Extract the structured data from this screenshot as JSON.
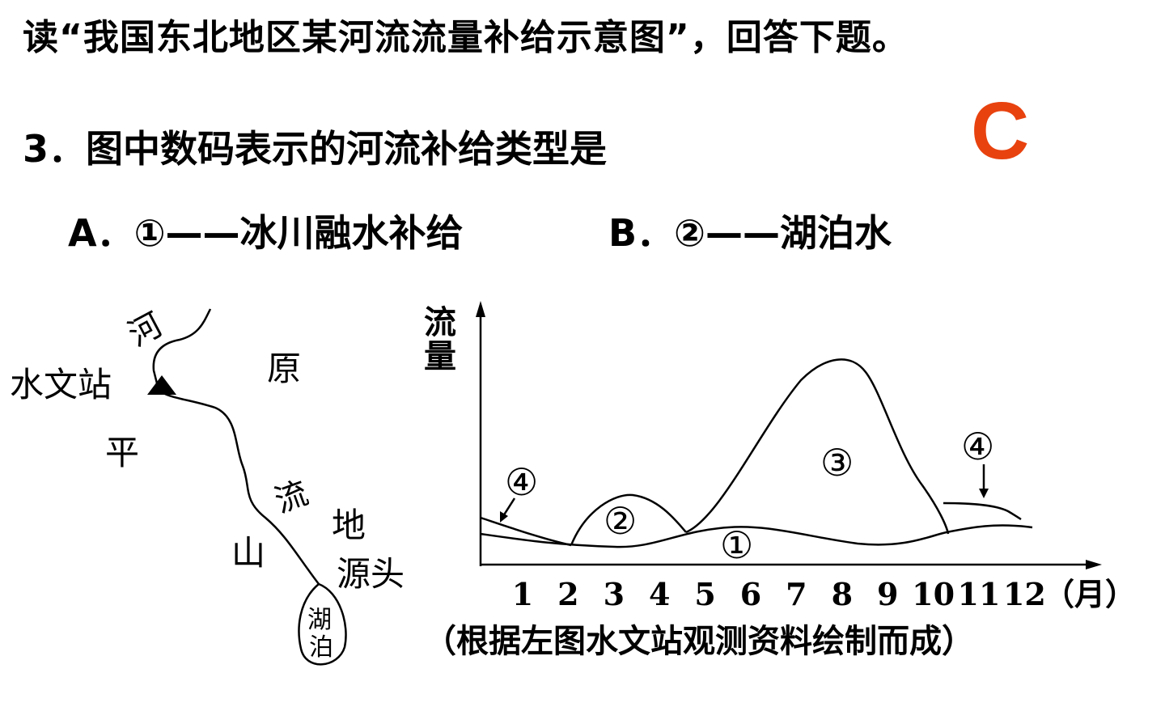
{
  "question": {
    "intro": "读“我国东北地区某河流流量补给示意图”，回答下题。",
    "stem": "3．图中数码表示的河流补给类型是",
    "option_a": "A．①——冰川融水补给",
    "option_b": "B．②——湖泊水",
    "answer": "C"
  },
  "map": {
    "river_label": "河",
    "station_label": "水文站",
    "plain_char_1": "原",
    "plain_char_2": "平",
    "flow_char": "流",
    "mountain_char_1": "地",
    "mountain_char_2": "山",
    "source_label": "源头",
    "lake_char_1": "湖",
    "lake_char_2": "泊"
  },
  "chart_data": {
    "type": "area",
    "ylabel_1": "流",
    "ylabel_2": "量",
    "xticks": [
      "1",
      "2",
      "3",
      "4",
      "5",
      "6",
      "7",
      "8",
      "9",
      "10",
      "11",
      "12"
    ],
    "xunit": "（月）",
    "caption": "（根据左图水文站观测资料绘制而成）",
    "series_labels": {
      "s1": "①",
      "s2": "②",
      "s3": "③",
      "s4a": "④",
      "s4b": "④"
    },
    "colors": {
      "line": "#000000",
      "answer": "#e8420f"
    }
  }
}
